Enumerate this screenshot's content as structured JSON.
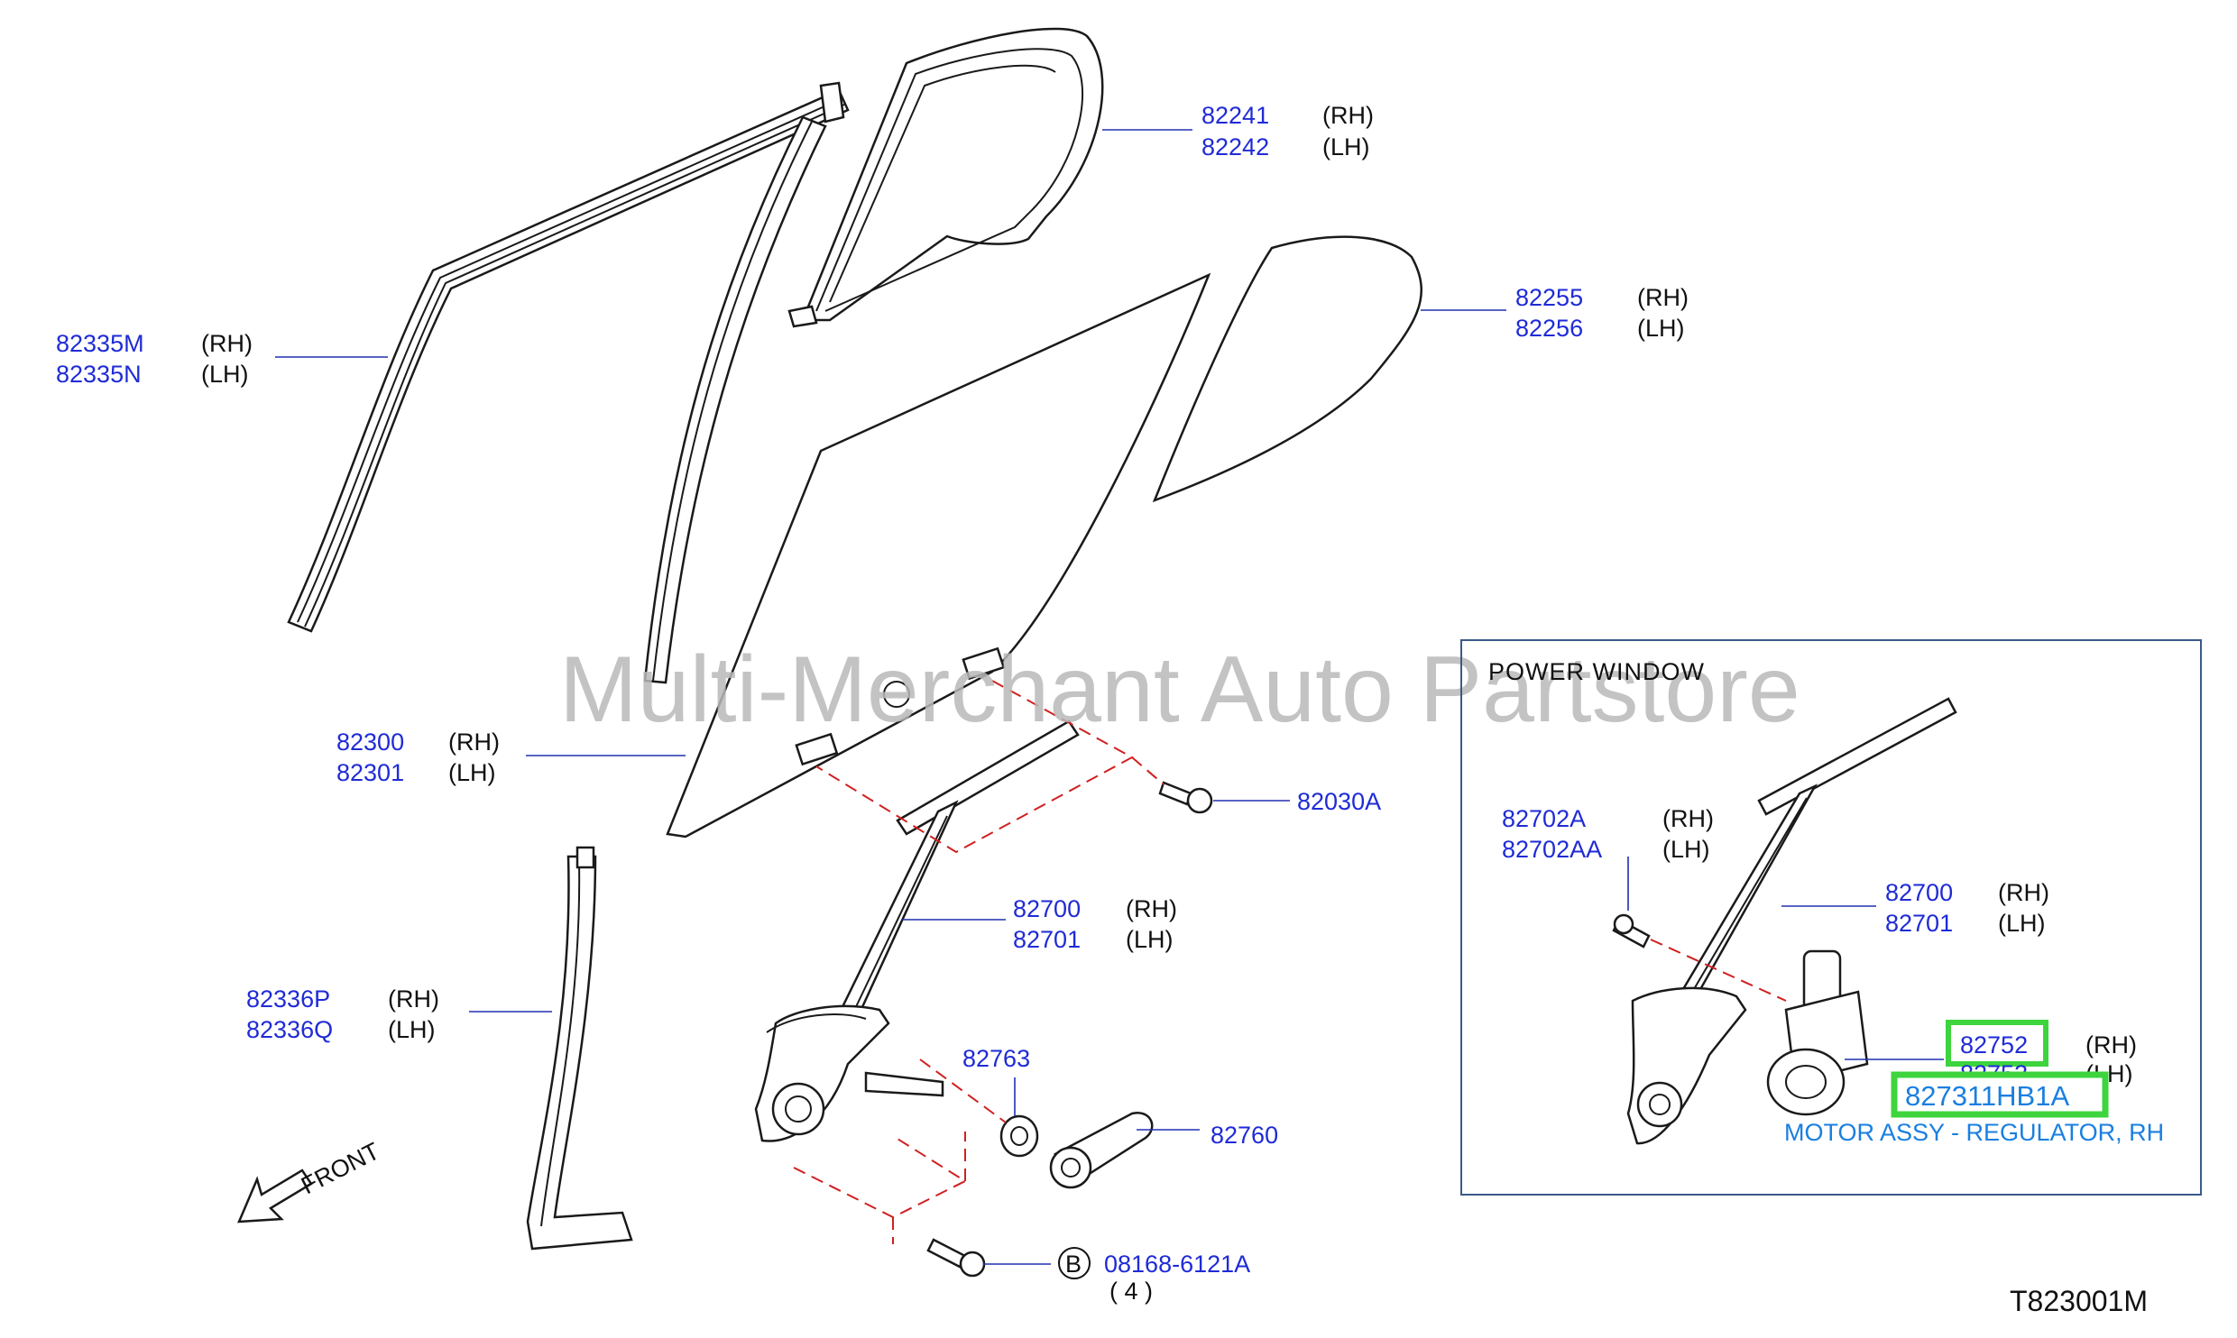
{
  "diagram": {
    "watermark": "Multi-Merchant Auto Partstore",
    "diagram_code": "T823001M",
    "front_label": "FRONT",
    "inset": {
      "title": "POWER  WINDOW"
    },
    "callouts": {
      "p82241": {
        "part": "82241",
        "side": "(RH)"
      },
      "p82242": {
        "part": "82242",
        "side": "(LH)"
      },
      "p82335M": {
        "part": "82335M",
        "side": "(RH)"
      },
      "p82335N": {
        "part": "82335N",
        "side": "(LH)"
      },
      "p82255": {
        "part": "82255",
        "side": "(RH)"
      },
      "p82256": {
        "part": "82256",
        "side": "(LH)"
      },
      "p82300": {
        "part": "82300",
        "side": "(RH)"
      },
      "p82301": {
        "part": "82301",
        "side": "(LH)"
      },
      "p82030A": {
        "part": "82030A"
      },
      "p82700": {
        "part": "82700",
        "side": "(RH)"
      },
      "p82701": {
        "part": "82701",
        "side": "(LH)"
      },
      "p82336P": {
        "part": "82336P",
        "side": "(RH)"
      },
      "p82336Q": {
        "part": "82336Q",
        "side": "(LH)"
      },
      "p82763": {
        "part": "82763"
      },
      "p82760": {
        "part": "82760"
      },
      "bolt": {
        "marker": "B",
        "part": "08168-6121A",
        "qty": "( 4 )"
      },
      "i82702A": {
        "part": "82702A",
        "side": "(RH)"
      },
      "i82702AA": {
        "part": "82702AA",
        "side": "(LH)"
      },
      "i82700": {
        "part": "82700",
        "side": "(RH)"
      },
      "i82701": {
        "part": "82701",
        "side": "(LH)"
      },
      "i82752": {
        "part": "82752",
        "side": "(RH)"
      },
      "i82753": {
        "part": "82753",
        "side": "(LH)"
      }
    },
    "highlight": {
      "part": "827311HB1A",
      "description": "MOTOR ASSY - REGULATOR, RH",
      "box_color": "#3dd43d"
    },
    "colors": {
      "part_number": "#1f2bd6",
      "leader": "#2030b0",
      "dashed": "#d02020",
      "highlight_text": "#1a7fe0"
    }
  }
}
